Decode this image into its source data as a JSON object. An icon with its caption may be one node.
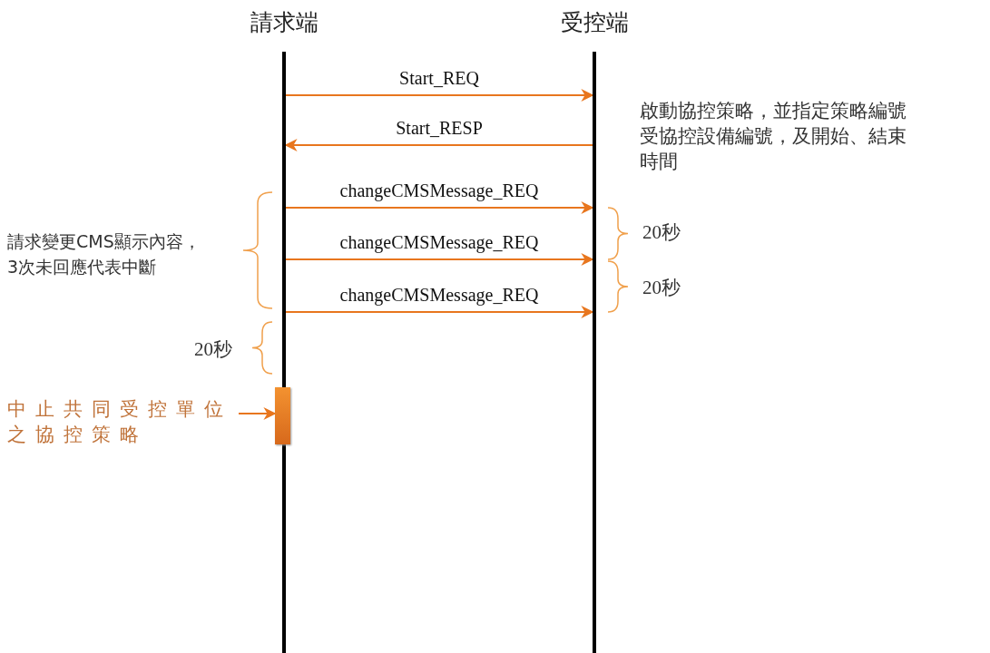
{
  "diagram": {
    "nodes": [
      {
        "text": [
          "請求端"
        ]
      },
      {
        "text": [
          "受控端"
        ]
      },
      {
        "text": [],
        "shape": "bar"
      },
      {
        "text": [
          "中止共同受控單位之協控策略"
        ]
      }
    ],
    "edges": [
      {
        "from": 0,
        "to": 1,
        "arrow": "to",
        "label": "Start_REQ"
      },
      {
        "from": 1,
        "to": 0,
        "arrow": "to",
        "label": "Start_RESP"
      },
      {
        "from": 0,
        "to": 1,
        "arrow": "to",
        "label": "changeCMSMessage_REQ"
      },
      {
        "from": 0,
        "to": 1,
        "arrow": "to",
        "label": "changeCMSMessage_REQ"
      },
      {
        "from": 0,
        "to": 1,
        "arrow": "to",
        "label": "changeCMSMessage_REQ"
      },
      {
        "from": 3,
        "to": 2,
        "arrow": "to"
      }
    ],
    "labels": [
      "啟動協控策略，並指定策略編號受協控設備編號，及開始、結束時間",
      "20秒",
      "請求變更CMS顯示內容，3次未回應代表中斷",
      "20秒",
      "20秒"
    ]
  }
}
